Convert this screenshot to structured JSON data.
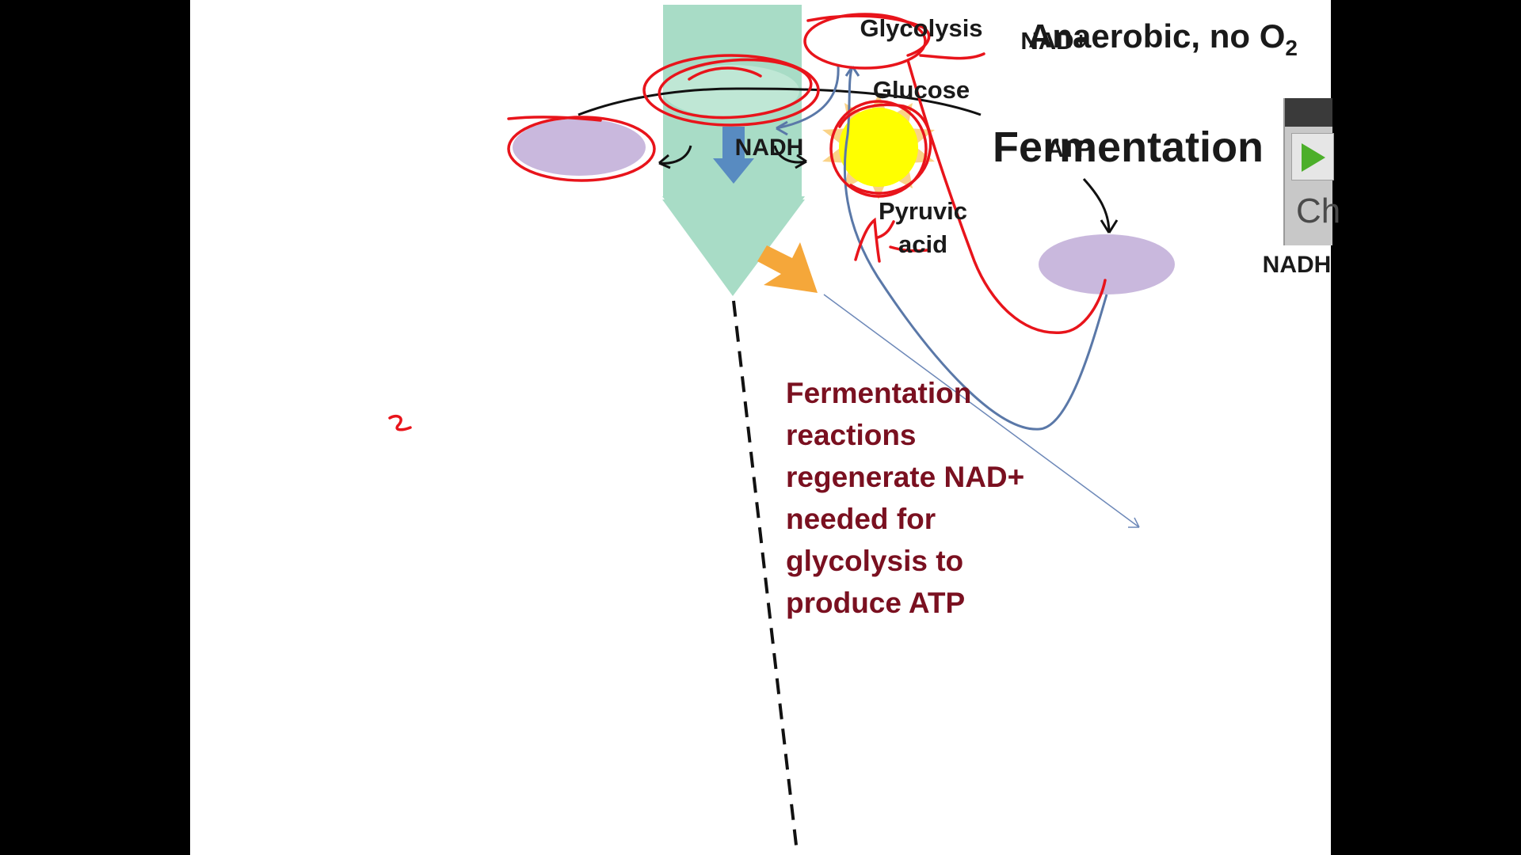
{
  "diagram": {
    "title": "Anaerobic, no O",
    "title_subscript": "2",
    "fermentation_heading": "Fermentation",
    "glycolysis": "Glycolysis",
    "glucose": "Glucose",
    "nad_plus": "NAD+",
    "nadh_left": "NADH",
    "atp": "ATP",
    "pyruvic_line1": "Pyruvic",
    "pyruvic_line2": "acid",
    "nadh_right": "NADH",
    "note_lines": [
      "Fermentation",
      "reactions",
      "regenerate NAD+",
      "needed for",
      "glycolysis to",
      "produce ATP"
    ]
  },
  "colors": {
    "glycolysis_fill": "#a8dcc6",
    "nadh_fill": "#c9b8dd",
    "atp_fill": "#ffff00",
    "atp_burst": "#f9c86a",
    "note_text": "#7a1020",
    "ink_red": "#e8141b",
    "ink_blue": "#5a78a8",
    "process_arrow": "#4a7cc0",
    "orange_arrow": "#f5a73a"
  },
  "viewer": {
    "partial_label": "Ch",
    "play_icon": "play-icon"
  }
}
